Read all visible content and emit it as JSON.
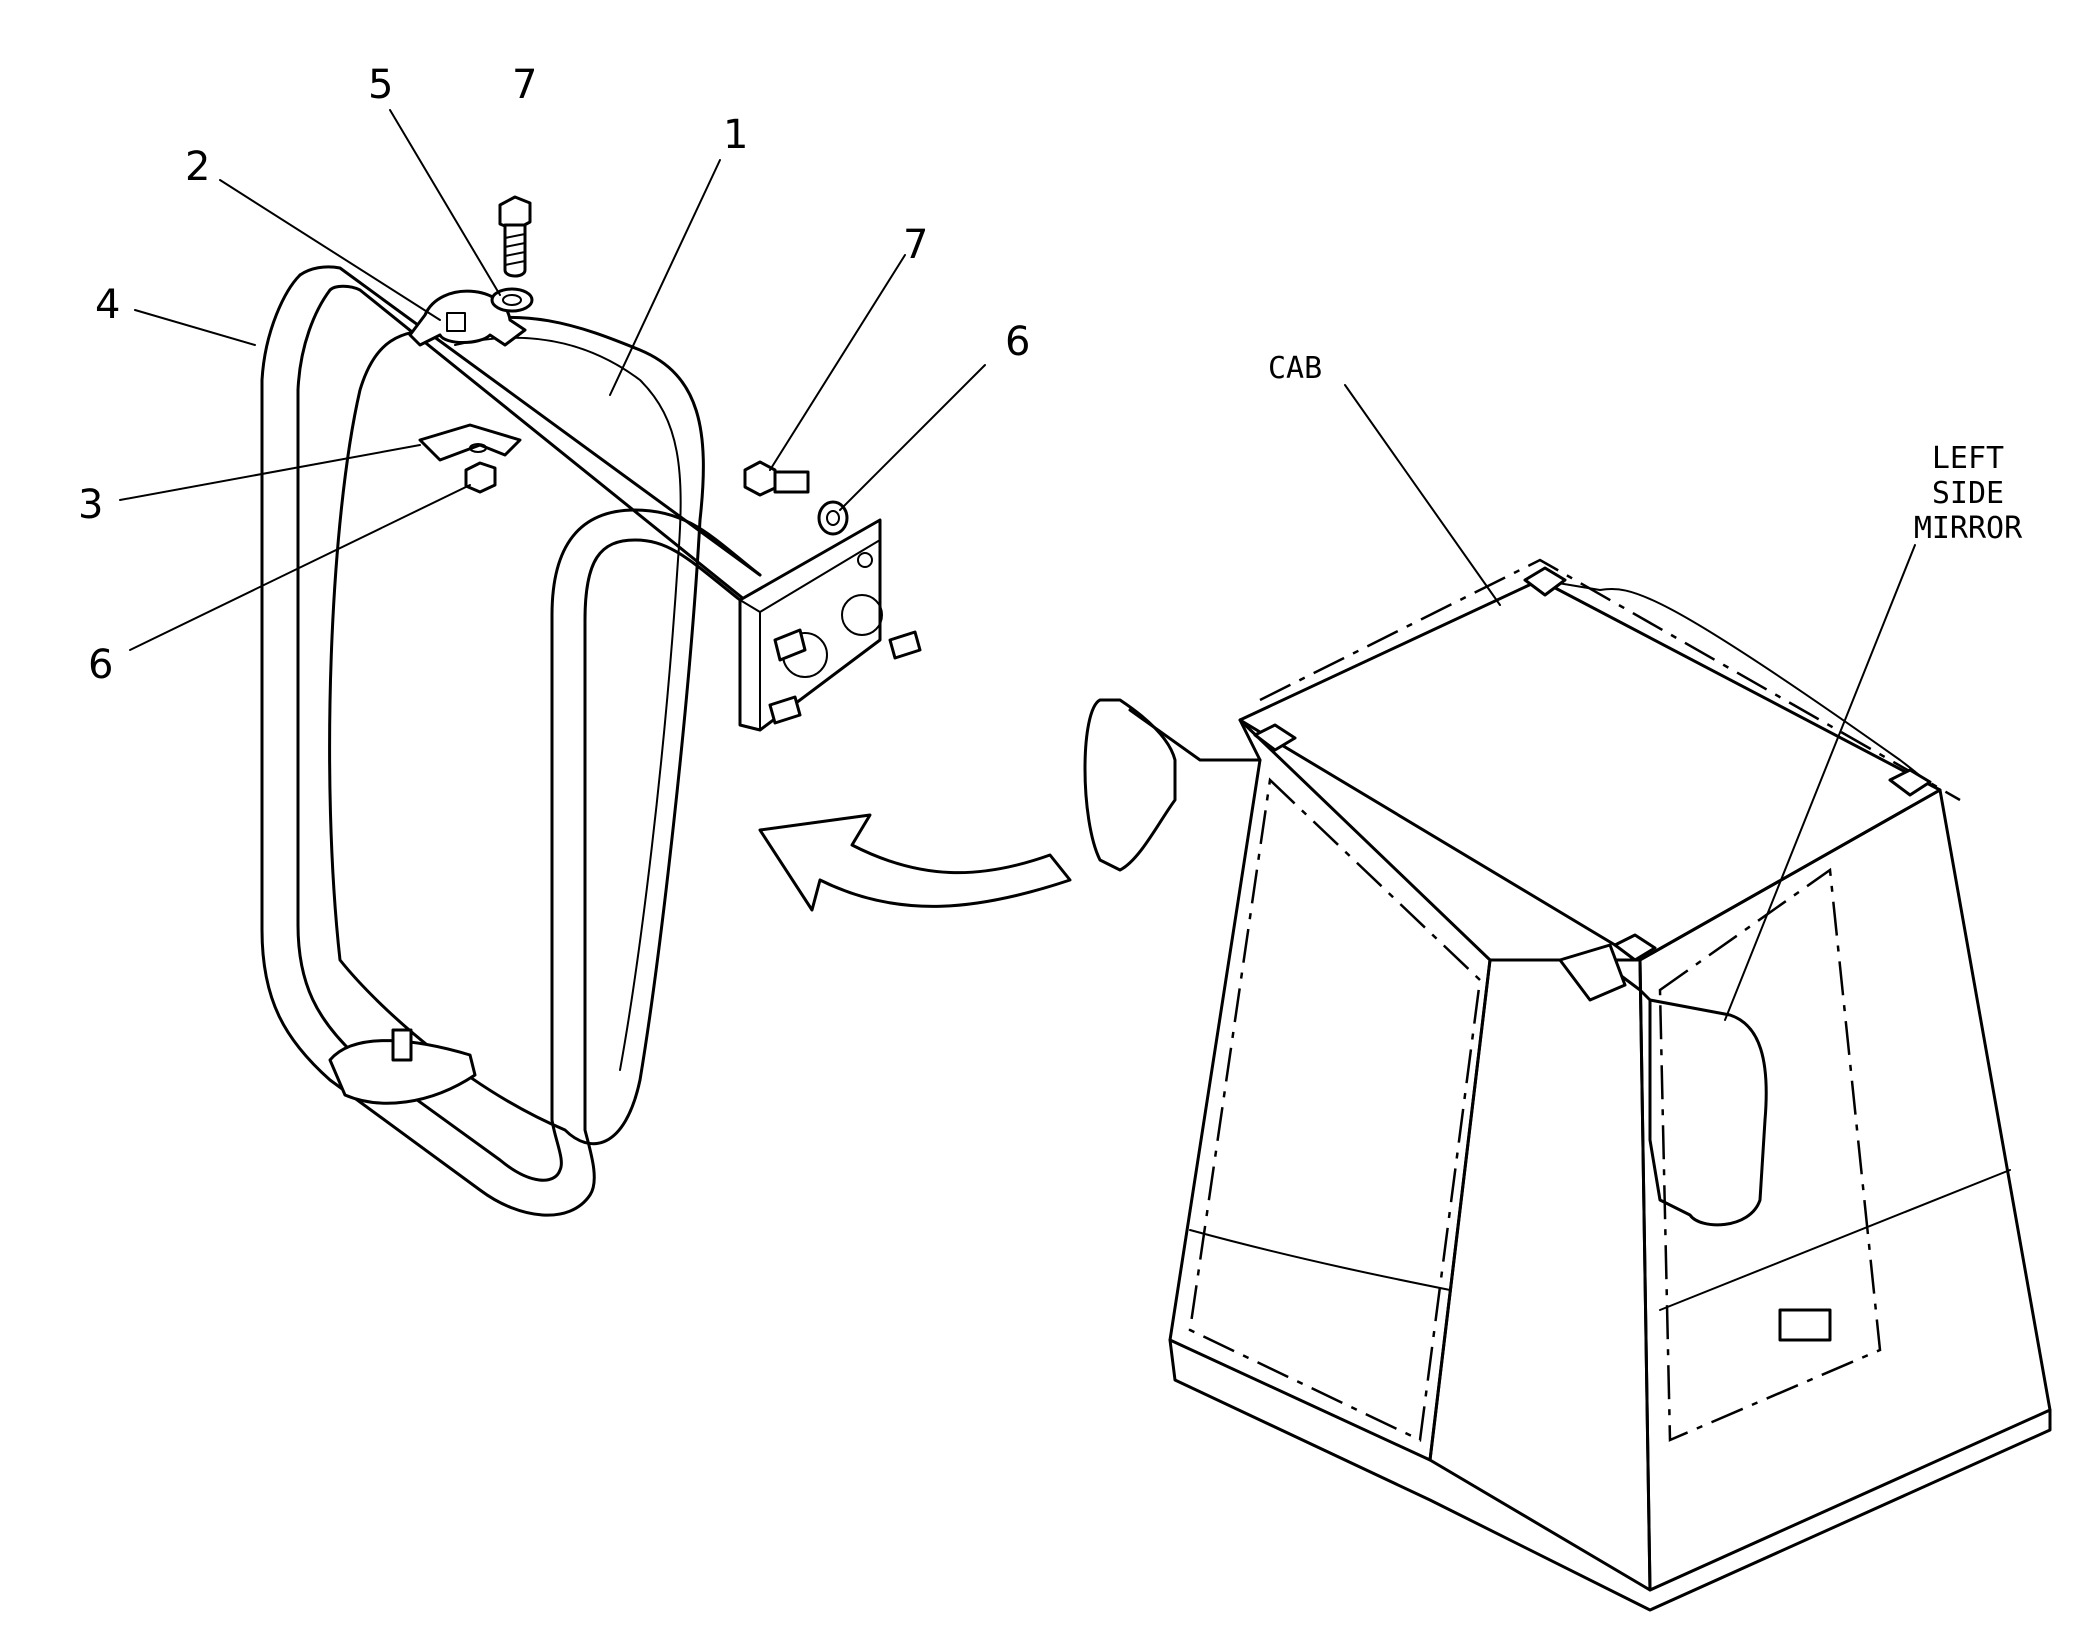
{
  "callouts": {
    "item1": "1",
    "item2": "2",
    "item3": "3",
    "item4": "4",
    "item5": "5",
    "item6_top": "6",
    "item6_bottom": "6",
    "item7_top": "7",
    "item7_mid": "7"
  },
  "labels": {
    "cab": "CAB",
    "left_side_mirror": [
      "LEFT",
      "SIDE",
      "MIRROR"
    ]
  },
  "colors": {
    "line": "#000000",
    "background": "#ffffff"
  }
}
